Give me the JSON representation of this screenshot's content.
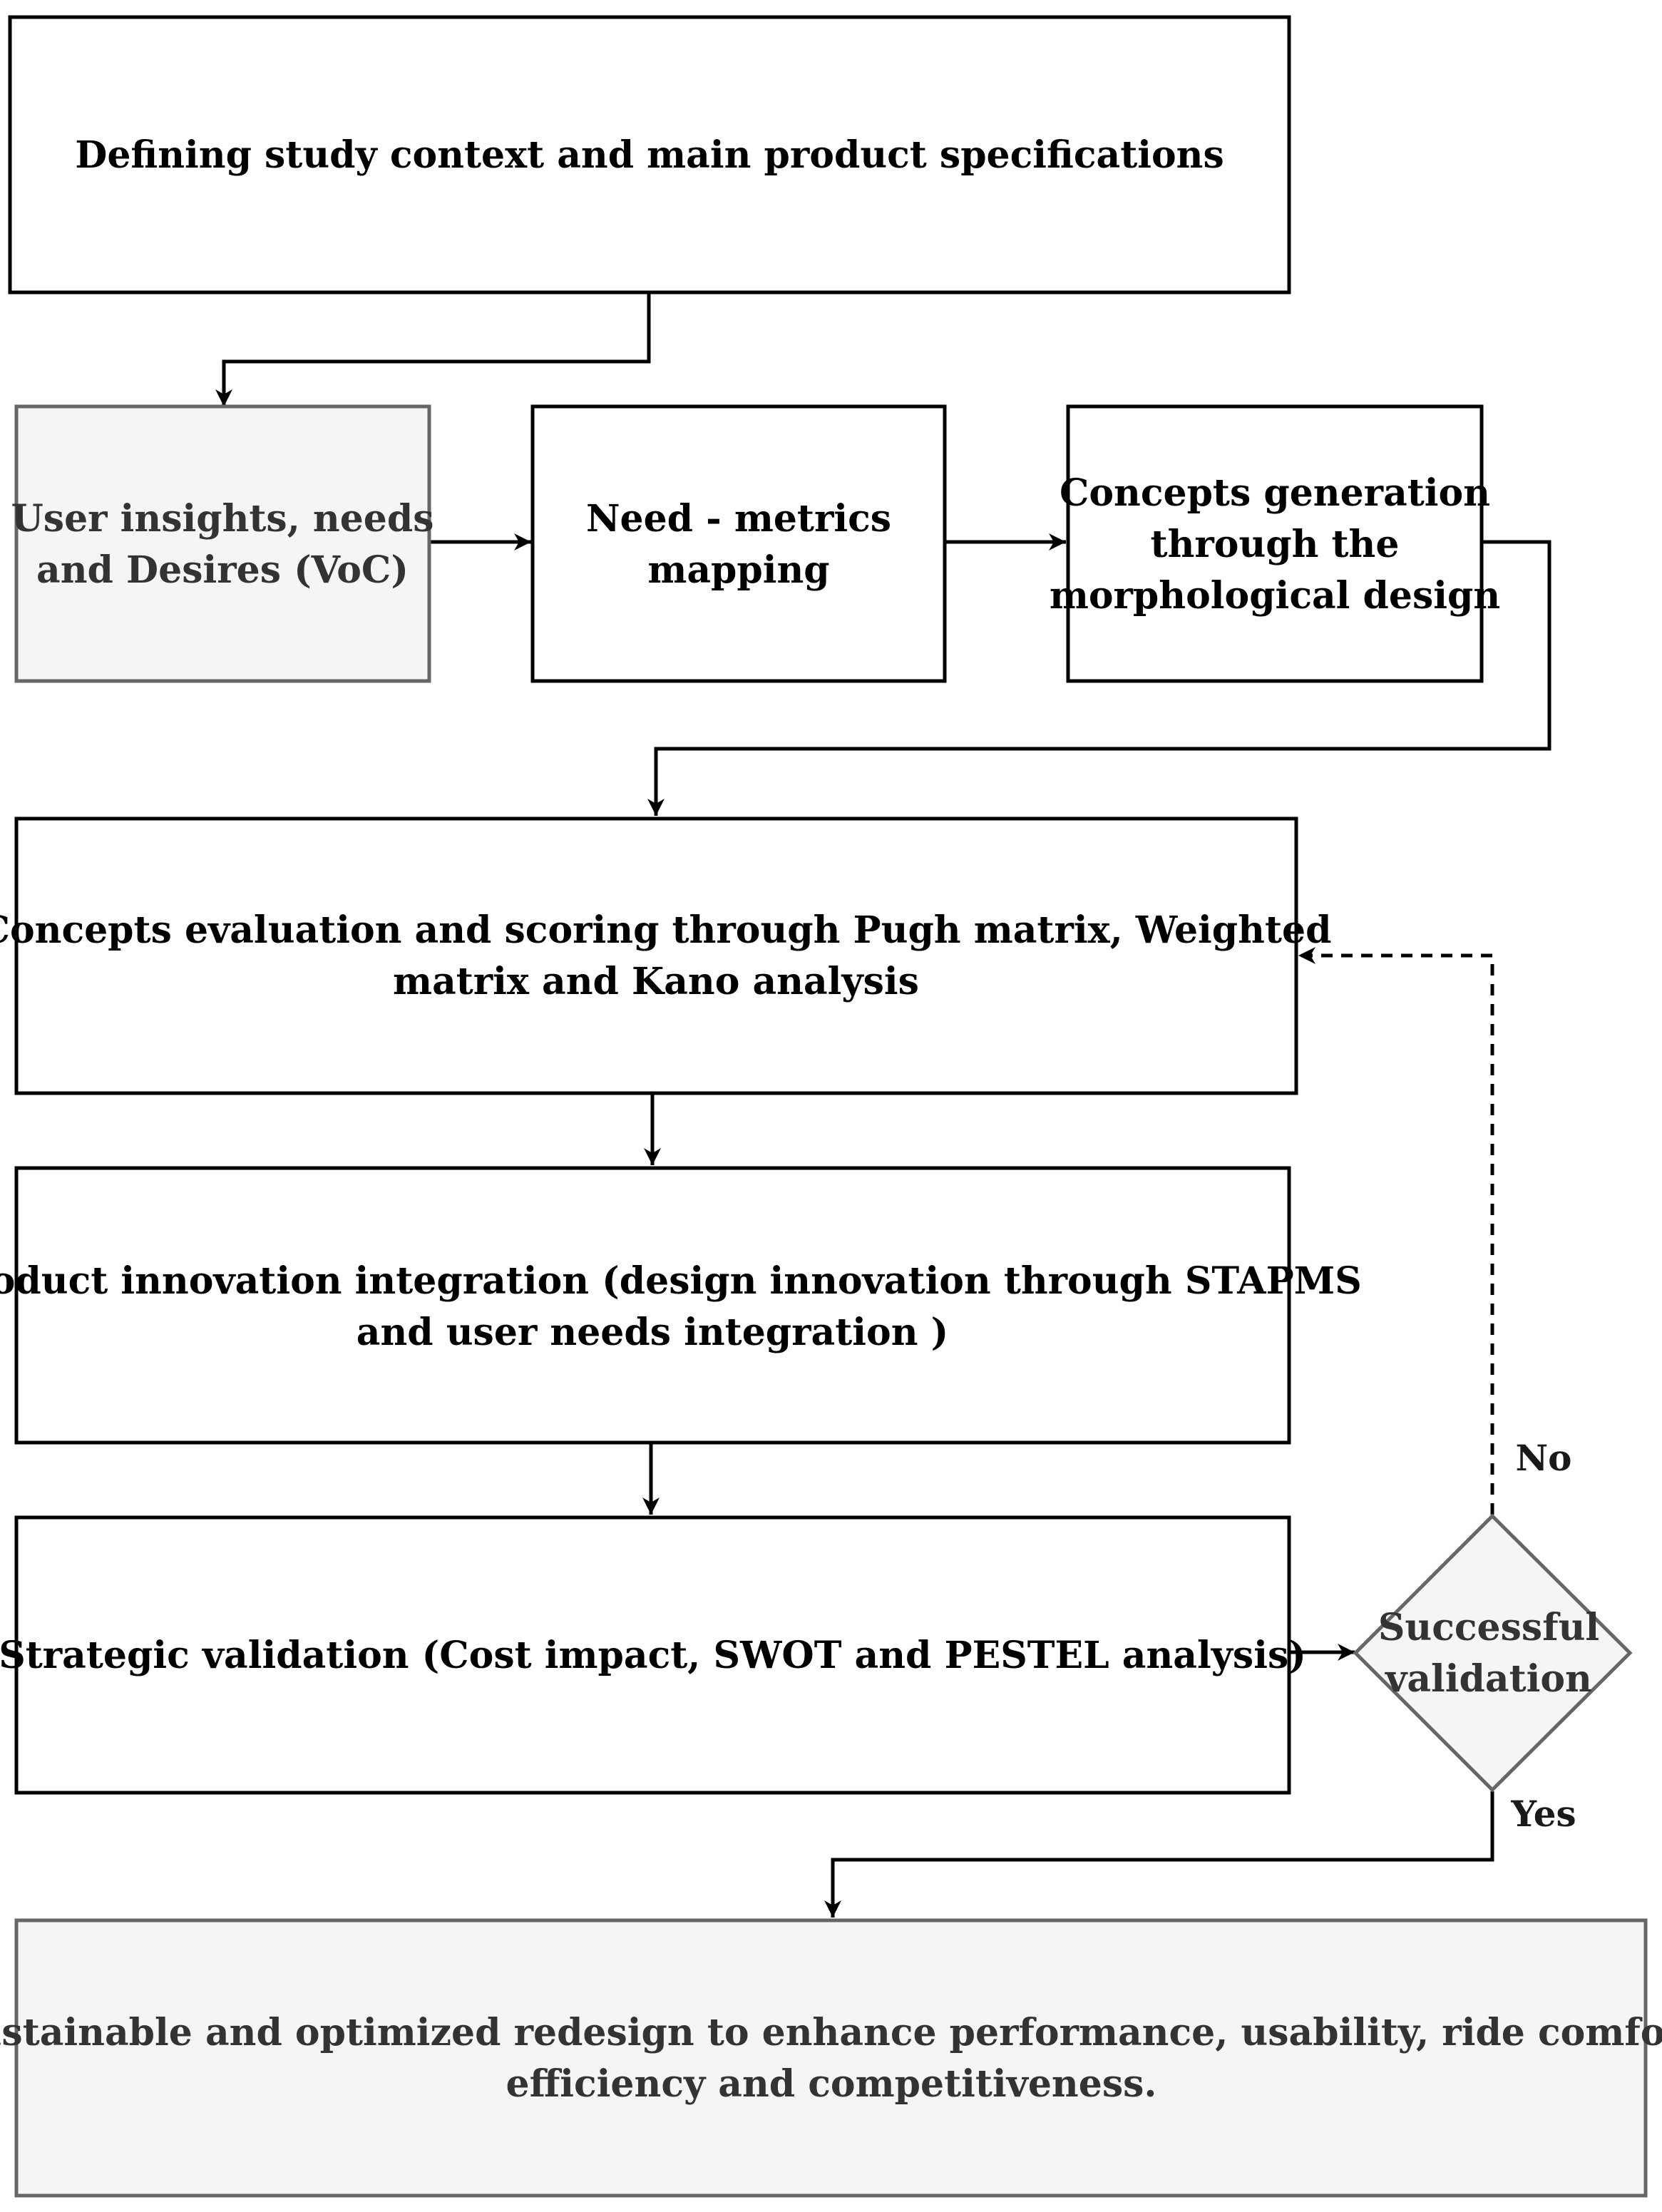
{
  "diagram": {
    "type": "flowchart",
    "nodes": {
      "context": {
        "lines": [
          "Defining study context and main product specifications"
        ],
        "fill": "#ffffff",
        "stroke": "#000000",
        "text_color": "#000000"
      },
      "voc": {
        "lines": [
          "User insights, needs",
          "and Desires (VoC)"
        ],
        "fill": "#f5f5f5",
        "stroke": "#666666",
        "text_color": "#333333"
      },
      "metrics": {
        "lines": [
          "Need - metrics",
          "mapping"
        ],
        "fill": "#ffffff",
        "stroke": "#000000",
        "text_color": "#000000"
      },
      "concepts_gen": {
        "lines": [
          "Concepts generation",
          "through the",
          "morphological design"
        ],
        "fill": "#ffffff",
        "stroke": "#000000",
        "text_color": "#000000"
      },
      "evaluation": {
        "lines": [
          "Concepts evaluation and scoring through Pugh matrix,  Weighted",
          "matrix and Kano analysis"
        ],
        "fill": "#ffffff",
        "stroke": "#000000",
        "text_color": "#000000"
      },
      "innovation": {
        "lines": [
          "Product innovation integration (design innovation through STAPMS",
          "and user needs integration )"
        ],
        "fill": "#ffffff",
        "stroke": "#000000",
        "text_color": "#000000"
      },
      "strategic": {
        "lines": [
          "Strategic validation (Cost impact, SWOT and PESTEL analysis)"
        ],
        "fill": "#ffffff",
        "stroke": "#000000",
        "text_color": "#000000"
      },
      "decision": {
        "lines": [
          "Successful",
          "validation"
        ],
        "fill": "#f5f5f5",
        "stroke": "#666666",
        "text_color": "#333333"
      },
      "result": {
        "lines": [
          "Sustainable and optimized redesign to enhance performance, usability, ride comfort,",
          "efficiency and competitiveness."
        ],
        "fill": "#f5f5f5",
        "stroke": "#666666",
        "text_color": "#333333"
      }
    },
    "edges": [
      {
        "from": "context",
        "to": "voc",
        "label": "",
        "style": "solid"
      },
      {
        "from": "voc",
        "to": "metrics",
        "label": "",
        "style": "solid"
      },
      {
        "from": "metrics",
        "to": "concepts_gen",
        "label": "",
        "style": "solid"
      },
      {
        "from": "concepts_gen",
        "to": "evaluation",
        "label": "",
        "style": "solid"
      },
      {
        "from": "evaluation",
        "to": "innovation",
        "label": "",
        "style": "solid"
      },
      {
        "from": "innovation",
        "to": "strategic",
        "label": "",
        "style": "solid"
      },
      {
        "from": "strategic",
        "to": "decision",
        "label": "",
        "style": "solid"
      },
      {
        "from": "decision",
        "to": "evaluation",
        "label": "No",
        "style": "dashed"
      },
      {
        "from": "decision",
        "to": "result",
        "label": "Yes",
        "style": "solid"
      }
    ]
  }
}
